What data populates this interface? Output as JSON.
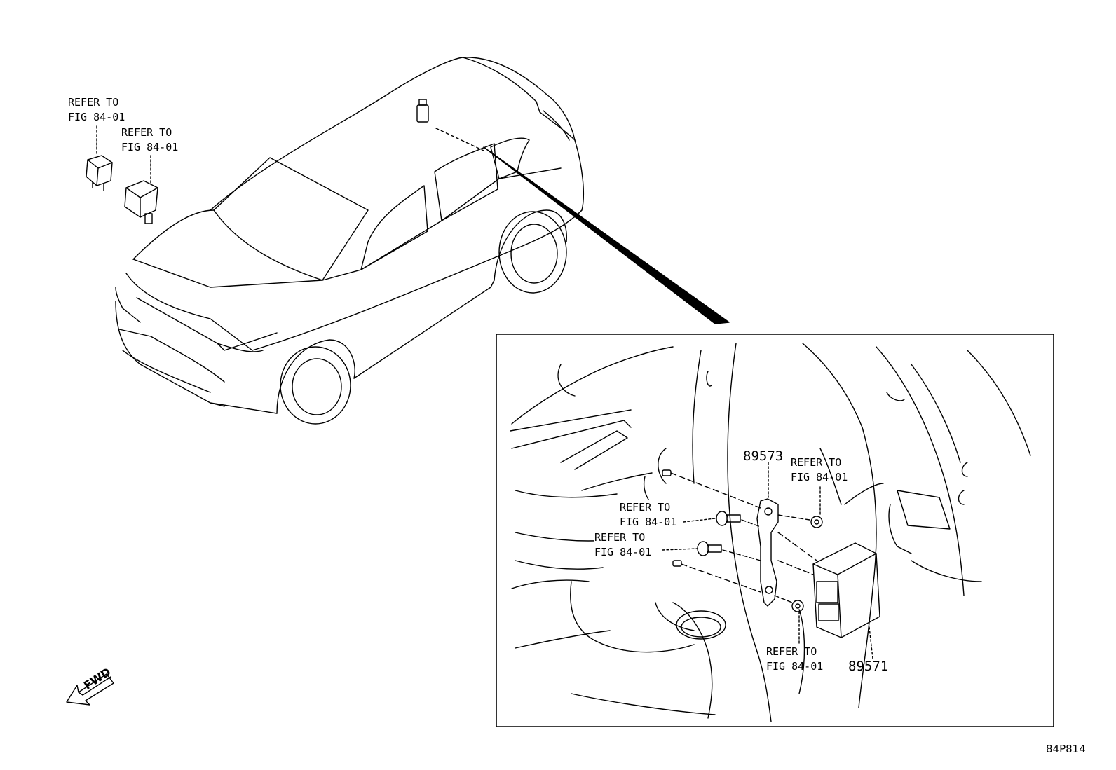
{
  "callouts": {
    "relay_a": {
      "line1": "REFER TO",
      "line2": "FIG 84-01"
    },
    "relay_b": {
      "line1": "REFER TO",
      "line2": "FIG 84-01"
    },
    "nut_top": {
      "line1": "REFER TO",
      "line2": "FIG 84-01"
    },
    "bolt_upper": {
      "line1": "REFER TO",
      "line2": "FIG 84-01"
    },
    "bolt_lower": {
      "line1": "REFER TO",
      "line2": "FIG 84-01"
    },
    "nut_bottom": {
      "line1": "REFER TO",
      "line2": "FIG 84-01"
    }
  },
  "parts": {
    "bracket": "89573",
    "control_unit": "89571"
  },
  "illustration_code": "84P814",
  "direction_arrow": {
    "label": "FWD",
    "icon": "fwd-arrow-icon"
  },
  "colors": {
    "line": "#000000",
    "background": "#ffffff"
  }
}
